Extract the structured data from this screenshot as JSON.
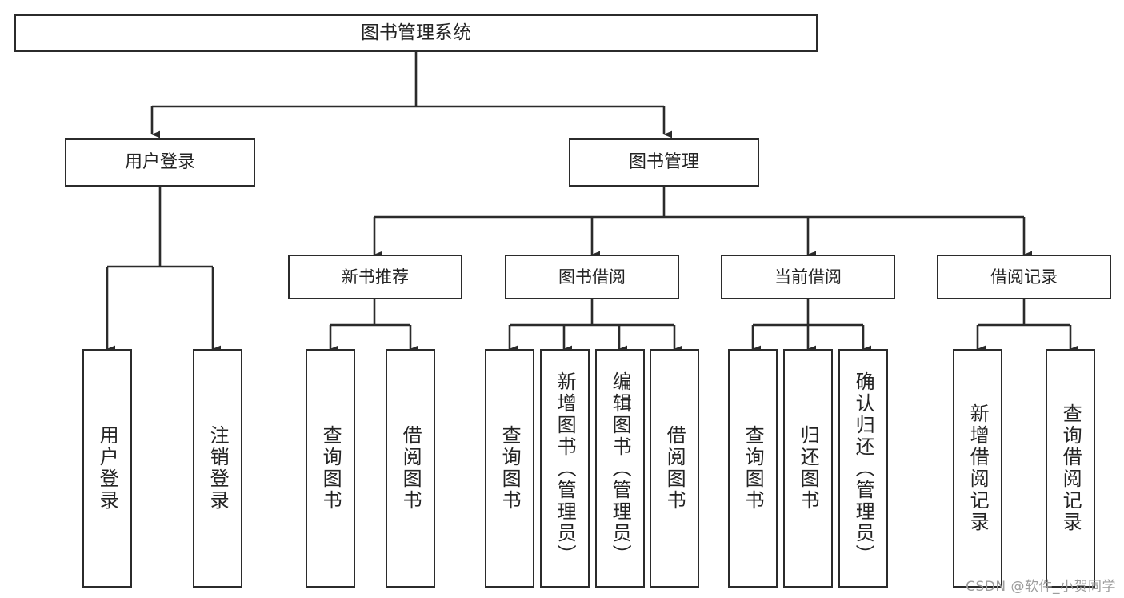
{
  "diagram": {
    "title": "图书管理系统",
    "type": "hierarchy-tree",
    "orientation": "top-down",
    "colors": {
      "stroke": "#2b2b2b",
      "fill": "#ffffff",
      "text": "#242424",
      "watermark": "#9d9d9d"
    },
    "root": {
      "label": "图书管理系统"
    },
    "level1": [
      {
        "label": "用户登录"
      },
      {
        "label": "图书管理"
      }
    ],
    "level2": [
      {
        "label": "新书推荐"
      },
      {
        "label": "图书借阅"
      },
      {
        "label": "当前借阅"
      },
      {
        "label": "借阅记录"
      }
    ],
    "leaves": {
      "user_login": [
        {
          "label": "用户登录"
        },
        {
          "label": "注销登录"
        }
      ],
      "new_book_recommend": [
        {
          "label": "查询图书"
        },
        {
          "label": "借阅图书"
        }
      ],
      "book_borrow": [
        {
          "label": "查询图书"
        },
        {
          "label": "新增图书（管理员）"
        },
        {
          "label": "编辑图书（管理员）"
        },
        {
          "label": "借阅图书"
        }
      ],
      "current_borrow": [
        {
          "label": "查询图书"
        },
        {
          "label": "归还图书"
        },
        {
          "label": "确认归还（管理员）"
        }
      ],
      "borrow_record": [
        {
          "label": "新增借阅记录"
        },
        {
          "label": "查询借阅记录"
        }
      ]
    }
  },
  "watermark": {
    "text": "CSDN @软件_小贺同学"
  }
}
